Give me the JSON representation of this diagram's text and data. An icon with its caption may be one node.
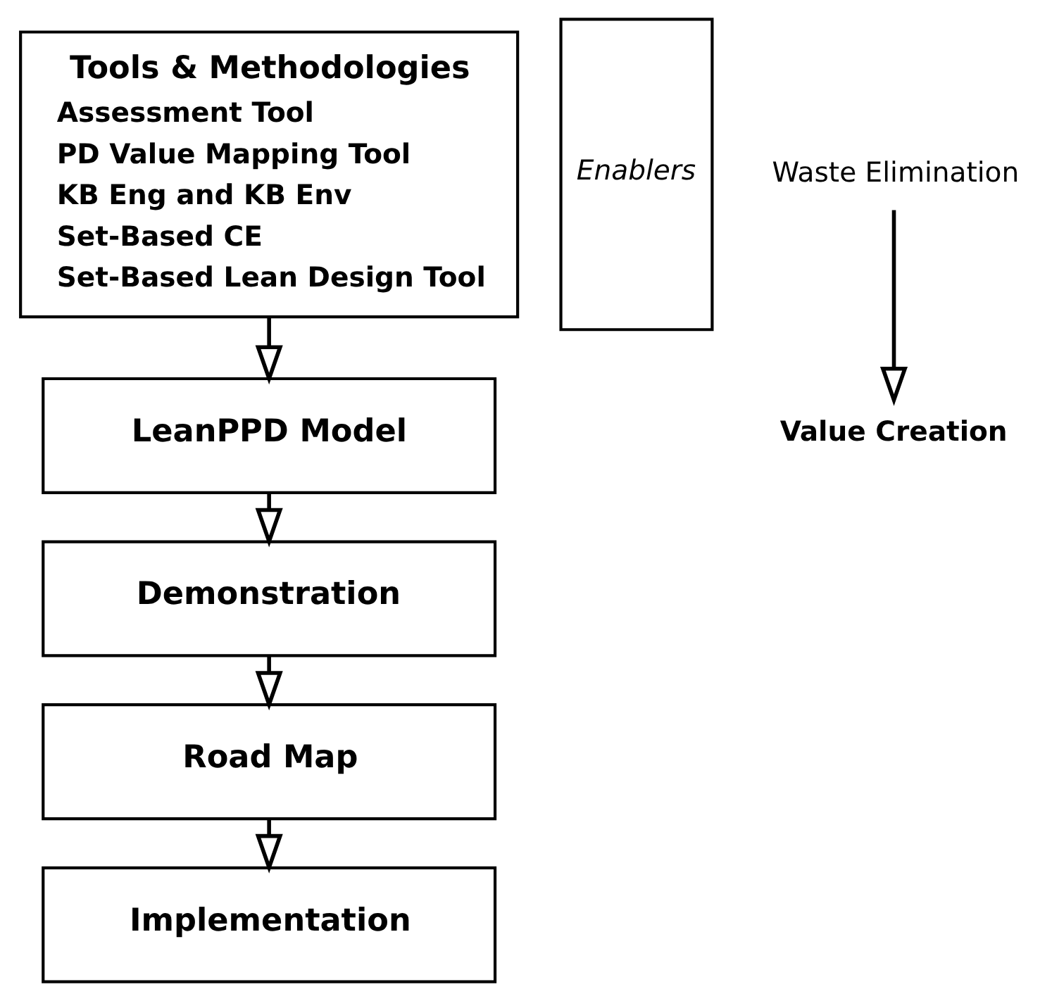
{
  "diagram": {
    "nodes": [
      {
        "text": [
          "Tools & Methodologies",
          "Assessment Tool",
          "PD Value Mapping Tool",
          "KB Eng and KB Env",
          "Set-Based CE",
          "Set-Based Lean Design Tool"
        ]
      },
      {
        "text": [
          "Enablers"
        ]
      },
      {
        "text": [
          "LeanPPD Model"
        ]
      },
      {
        "text": [
          "Demonstration"
        ]
      },
      {
        "text": [
          "Road Map"
        ]
      },
      {
        "text": [
          "Implementation"
        ]
      },
      {
        "text": [
          "Waste Elimination"
        ]
      },
      {
        "text": [
          "Value Creation"
        ]
      }
    ],
    "edges": [
      {
        "from": 0,
        "to": 2,
        "arrow": "to"
      },
      {
        "from": 2,
        "to": 3,
        "arrow": "to"
      },
      {
        "from": 3,
        "to": 4,
        "arrow": "to"
      },
      {
        "from": 4,
        "to": 5,
        "arrow": "to"
      },
      {
        "from": 6,
        "to": 7,
        "arrow": "to"
      }
    ]
  }
}
